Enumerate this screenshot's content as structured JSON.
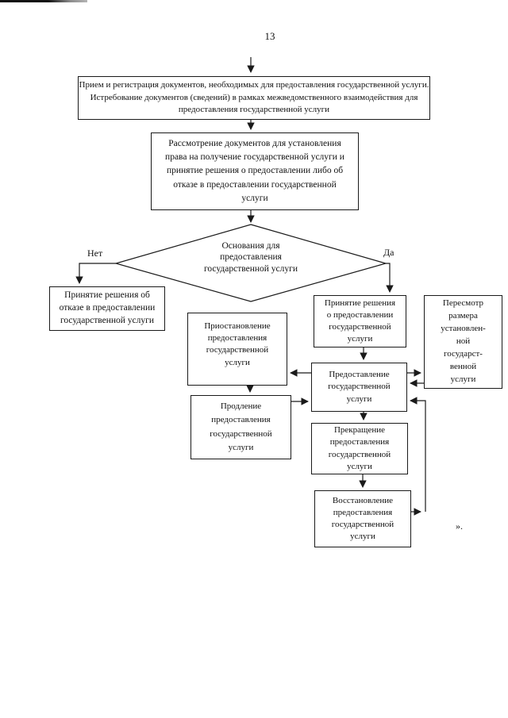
{
  "page": {
    "number": "13",
    "closing_mark": "»."
  },
  "decision": {
    "label": "Основания для\nпредоставления\nгосударственной услуги",
    "no_label": "Нет",
    "yes_label": "Да"
  },
  "boxes": {
    "reception": "Прием и регистрация документов, необходимых для предоставления государственной услуги.\nИстребование документов (сведений) в рамках межведомственного взаимодействия для\nпредоставления государственной услуги",
    "review": "Рассмотрение документов для установления\nправа на получение государственной услуги и\nпринятие решения о предоставлении либо об\nотказе в предоставлении государственной\nуслуги",
    "refusal": "Принятие решения об\nотказе в предоставлении\nгосударственной услуги",
    "approval": "Принятие решения\nо предоставлении\nгосударственной\nуслуги",
    "revision": "Пересмотр\nразмера\nустановлен-\nной\nгосударст-\nвенной\nуслуги",
    "suspension": "Приостановление\nпредоставления\nгосударственной\nуслуги",
    "provision": "Предоставление\nгосударственной\nуслуги",
    "extension": "Продление\nпредоставления\nгосударственной\nуслуги",
    "termination": "Прекращение\nпредоставления\nгосударственной\nуслуги",
    "restoration": "Восстановление\nпредоставления\nгосударственной\nуслуги"
  }
}
